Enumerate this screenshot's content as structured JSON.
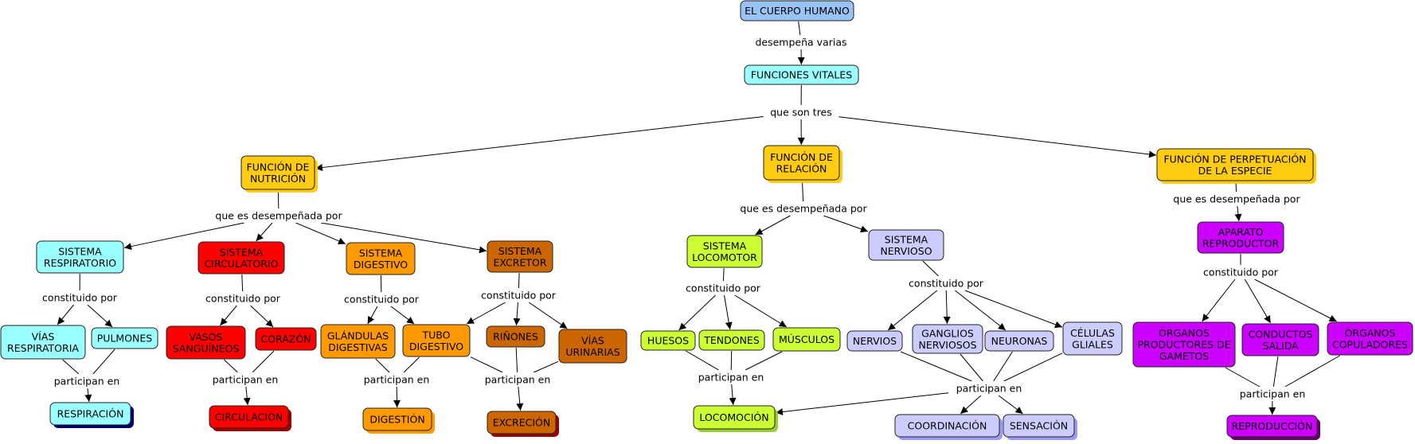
{
  "colors": {
    "blue": "#99c2f5",
    "cyan": "#99ffff",
    "yellow": "#ffcc11",
    "red": "#ff0000",
    "orange": "#ff9900",
    "brown": "#cc6600",
    "green": "#ccff33",
    "lavender": "#ccccff",
    "purple": "#cc00ff"
  },
  "nodes": [
    {
      "id": "cuerpo",
      "lines": [
        "EL CUERPO HUMANO"
      ],
      "color": "blue",
      "shadow": false
    },
    {
      "id": "funciones",
      "lines": [
        "FUNCIONES VITALES"
      ],
      "color": "cyan",
      "shadow": false
    },
    {
      "id": "nutricion",
      "lines": [
        "FUNCIÓN DE",
        "NUTRICIÓN"
      ],
      "color": "yellow",
      "shadow": true
    },
    {
      "id": "relacion",
      "lines": [
        "FUNCIÓN DE",
        "RELACIÓN"
      ],
      "color": "yellow",
      "shadow": true
    },
    {
      "id": "perpetuacion",
      "lines": [
        "FUNCIÓN DE PERPETUACIÓN",
        "DE LA ESPECIE"
      ],
      "color": "yellow",
      "shadow": true
    },
    {
      "id": "respiratorio",
      "lines": [
        "SISTEMA",
        "RESPIRATORIO"
      ],
      "color": "cyan",
      "shadow": false
    },
    {
      "id": "circulatorio",
      "lines": [
        "SISTEMA",
        "CIRCULATORIO"
      ],
      "color": "red",
      "shadow": false
    },
    {
      "id": "digestivo",
      "lines": [
        "SISTEMA",
        "DIGESTIVO"
      ],
      "color": "orange",
      "shadow": false
    },
    {
      "id": "excretor",
      "lines": [
        "SISTEMA",
        "EXCRETOR"
      ],
      "color": "brown",
      "shadow": false
    },
    {
      "id": "locomotor",
      "lines": [
        "SISTEMA",
        "LOCOMOTOR"
      ],
      "color": "green",
      "shadow": false
    },
    {
      "id": "nervioso",
      "lines": [
        "SISTEMA",
        "NERVIOSO"
      ],
      "color": "lavender",
      "shadow": false
    },
    {
      "id": "aparato",
      "lines": [
        "APARATO",
        "REPRODUCTOR"
      ],
      "color": "purple",
      "shadow": false
    },
    {
      "id": "vias_resp",
      "lines": [
        "VÍAS",
        "RESPIRATORIA"
      ],
      "color": "cyan",
      "shadow": false
    },
    {
      "id": "pulmones",
      "lines": [
        "PULMONES"
      ],
      "color": "cyan",
      "shadow": false
    },
    {
      "id": "vasos",
      "lines": [
        "VASOS",
        "SANGUÍNEOS"
      ],
      "color": "red",
      "shadow": false
    },
    {
      "id": "corazon",
      "lines": [
        "CORAZÓN"
      ],
      "color": "red",
      "shadow": false
    },
    {
      "id": "glandulas",
      "lines": [
        "GLÁNDULAS",
        "DIGESTIVAS"
      ],
      "color": "orange",
      "shadow": false
    },
    {
      "id": "tubo",
      "lines": [
        "TUBO",
        "DIGESTIVO"
      ],
      "color": "orange",
      "shadow": false
    },
    {
      "id": "rinones",
      "lines": [
        "RIÑONES"
      ],
      "color": "brown",
      "shadow": false
    },
    {
      "id": "vias_urin",
      "lines": [
        "VÍAS",
        "URINARIAS"
      ],
      "color": "brown",
      "shadow": false
    },
    {
      "id": "huesos",
      "lines": [
        "HUESOS"
      ],
      "color": "green",
      "shadow": false
    },
    {
      "id": "tendones",
      "lines": [
        "TENDONES"
      ],
      "color": "green",
      "shadow": false
    },
    {
      "id": "musculos",
      "lines": [
        "MÚSCULOS"
      ],
      "color": "green",
      "shadow": false
    },
    {
      "id": "nervios",
      "lines": [
        "NERVIOS"
      ],
      "color": "lavender",
      "shadow": false
    },
    {
      "id": "ganglios",
      "lines": [
        "GANGLIOS",
        "NERVIOSOS"
      ],
      "color": "lavender",
      "shadow": false
    },
    {
      "id": "neuronas",
      "lines": [
        "NEURONAS"
      ],
      "color": "lavender",
      "shadow": false
    },
    {
      "id": "celulas",
      "lines": [
        "CÉLULAS",
        "GLIALES"
      ],
      "color": "lavender",
      "shadow": false
    },
    {
      "id": "organos_prod",
      "lines": [
        "ÓRGANOS",
        "PRODUCTORES DE",
        "GAMETOS"
      ],
      "color": "purple",
      "shadow": false
    },
    {
      "id": "conductos",
      "lines": [
        "CONDUCTOS",
        "SALIDA"
      ],
      "color": "purple",
      "shadow": false
    },
    {
      "id": "organos_cop",
      "lines": [
        "ÓRGANOS",
        "COPULADORES"
      ],
      "color": "purple",
      "shadow": false
    },
    {
      "id": "respiracion",
      "lines": [
        "RESPIRACIÓN"
      ],
      "color": "cyan",
      "shadow": true,
      "shadowColor": "#000066"
    },
    {
      "id": "circulacion",
      "lines": [
        "CIRCULACIÓN"
      ],
      "color": "red",
      "shadow": true,
      "shadowColor": "#990000"
    },
    {
      "id": "digestion",
      "lines": [
        "DIGESTIÓN"
      ],
      "color": "orange",
      "shadow": true,
      "shadowColor": "#ff9900"
    },
    {
      "id": "excrecion",
      "lines": [
        "EXCRECIÓN"
      ],
      "color": "brown",
      "shadow": true,
      "shadowColor": "#990000"
    },
    {
      "id": "locomocion",
      "lines": [
        "LOCOMOCIÓN"
      ],
      "color": "green",
      "shadow": true,
      "shadowColor": "#99cc33"
    },
    {
      "id": "coordinacion",
      "lines": [
        "COORDINACIÓN"
      ],
      "color": "lavender",
      "shadow": true,
      "shadowColor": "#9999ff"
    },
    {
      "id": "sensacion",
      "lines": [
        "SENSACIÓN"
      ],
      "color": "lavender",
      "shadow": true,
      "shadowColor": "#9999ff"
    },
    {
      "id": "reproduccion",
      "lines": [
        "REPRODUCCIÓN"
      ],
      "color": "purple",
      "shadow": true,
      "shadowColor": "#660066"
    }
  ],
  "linkingPhrases": [
    {
      "id": "lp_desempena",
      "text": "desempeña varias"
    },
    {
      "id": "lp_queson",
      "text": "que son tres"
    },
    {
      "id": "lp_nut",
      "text": "que es desempeñada por"
    },
    {
      "id": "lp_rel",
      "text": "que es desempeñada por"
    },
    {
      "id": "lp_per",
      "text": "que es desempeñada por"
    },
    {
      "id": "lp_c_resp",
      "text": "constituido por"
    },
    {
      "id": "lp_c_circ",
      "text": "constituido por"
    },
    {
      "id": "lp_c_dig",
      "text": "constituido por"
    },
    {
      "id": "lp_c_exc",
      "text": "constituido por"
    },
    {
      "id": "lp_c_loc",
      "text": "constituido por"
    },
    {
      "id": "lp_c_ner",
      "text": "constituido por"
    },
    {
      "id": "lp_c_rep",
      "text": "constituido por"
    },
    {
      "id": "lp_p_resp",
      "text": "participan en"
    },
    {
      "id": "lp_p_circ",
      "text": "participan en"
    },
    {
      "id": "lp_p_dig",
      "text": "participan en"
    },
    {
      "id": "lp_p_exc",
      "text": "participan en"
    },
    {
      "id": "lp_p_loc",
      "text": "participan en"
    },
    {
      "id": "lp_p_ner",
      "text": "participan en"
    },
    {
      "id": "lp_p_rep",
      "text": "participan en"
    }
  ]
}
